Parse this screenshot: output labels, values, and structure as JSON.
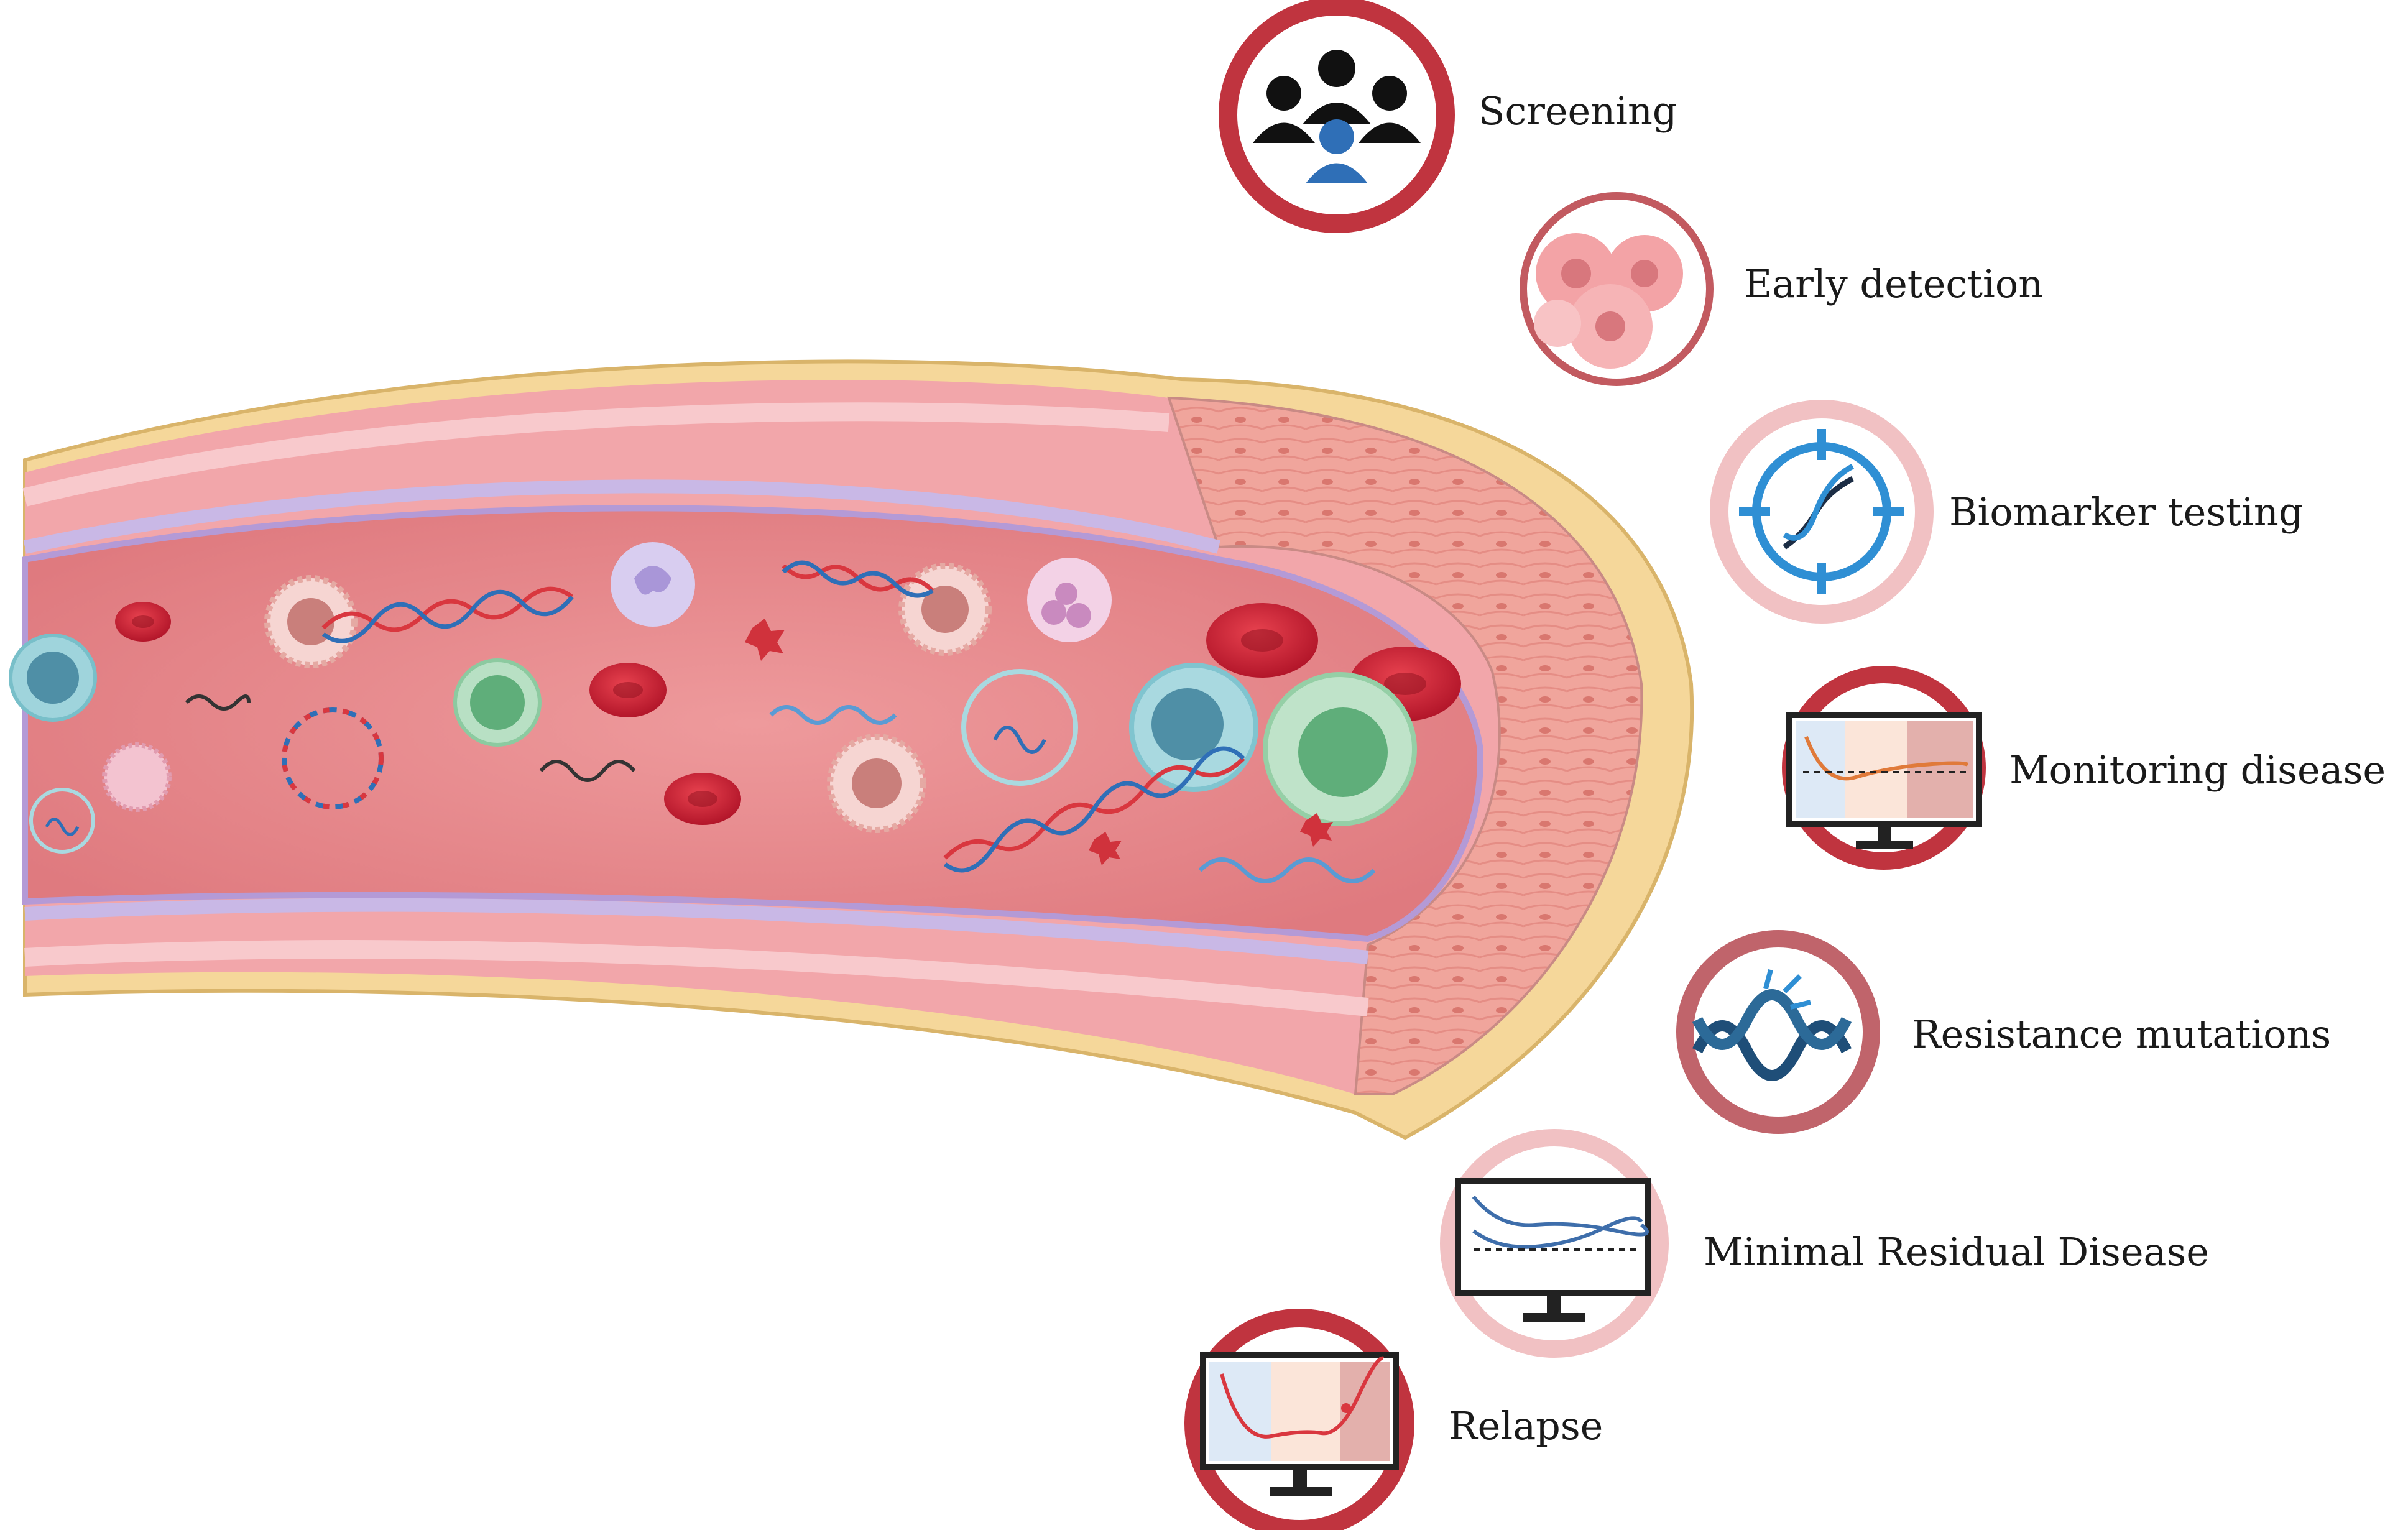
{
  "diagram": {
    "items": [
      {
        "id": "screening",
        "label": "Screening",
        "icon": "people-group-icon"
      },
      {
        "id": "early-detection",
        "label": "Early detection",
        "icon": "tumor-cells-icon"
      },
      {
        "id": "biomarker-testing",
        "label": "Biomarker testing",
        "icon": "dna-target-icon"
      },
      {
        "id": "monitoring-disease",
        "label": "Monitoring disease",
        "icon": "monitor-chart-icon"
      },
      {
        "id": "resistance-mutations",
        "label": "Resistance mutations",
        "icon": "dna-mutation-icon"
      },
      {
        "id": "minimal-residual-disease",
        "label": "Minimal Residual Disease",
        "icon": "monitor-chart-icon"
      },
      {
        "id": "relapse",
        "label": "Relapse",
        "icon": "monitor-chart-icon"
      }
    ],
    "colors": {
      "ring_dark": "#c0343f",
      "ring_light": "#f3c4c6",
      "vessel_outer": "#f2a7ab",
      "vessel_lumen": "#e8878b",
      "adventitia_band": "#f7dca0",
      "tissue": "#f0a39b",
      "red_cell": "#c81e2d",
      "dna_blue": "#2f6fb7",
      "dna_red": "#d9373f"
    }
  }
}
